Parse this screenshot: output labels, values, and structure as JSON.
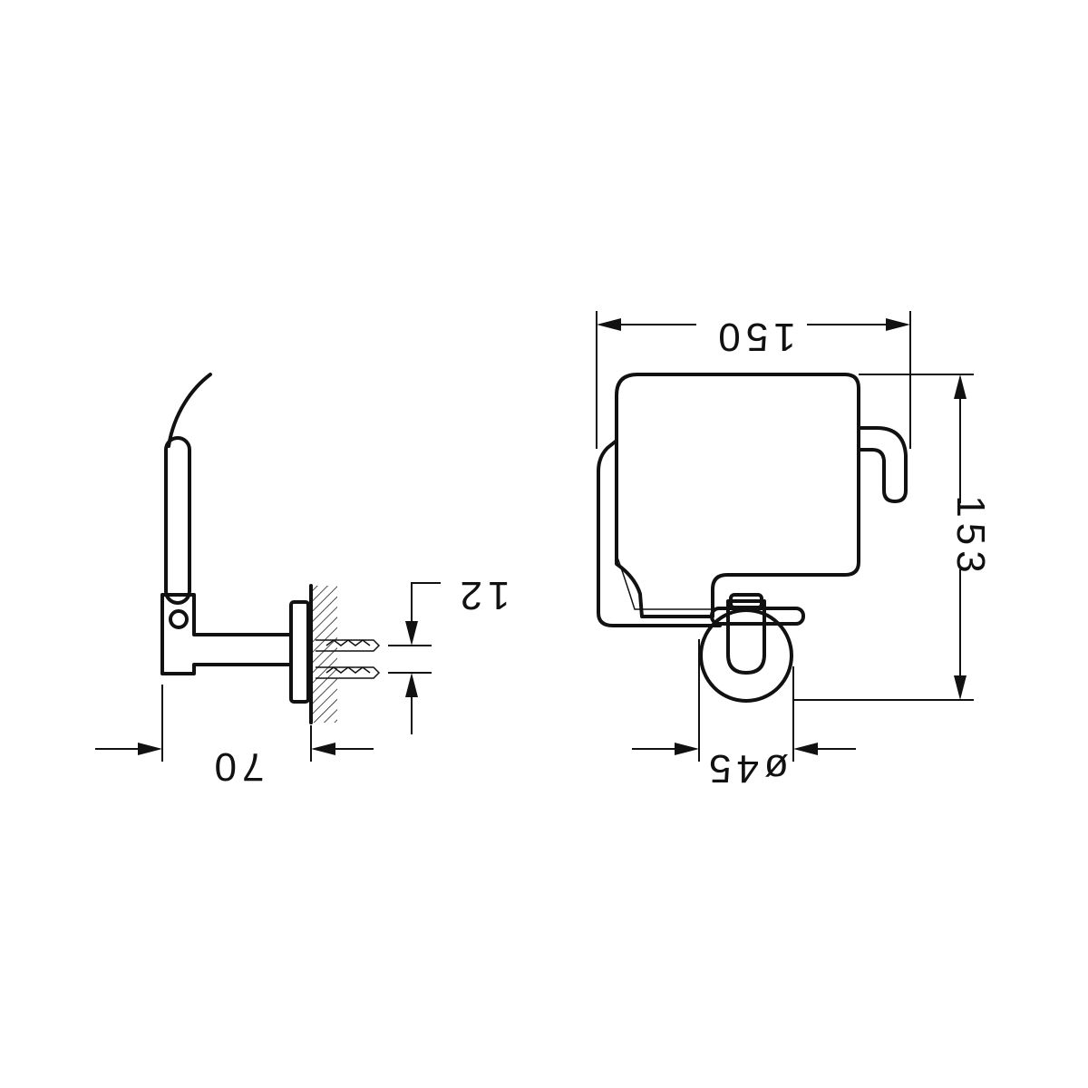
{
  "drawing": {
    "side_view": {
      "dim_depth": "70",
      "dim_fixing_spacing": "12"
    },
    "front_view": {
      "dim_width": "150",
      "dim_height": "153",
      "dim_rosette_diameter": "ø45"
    }
  }
}
